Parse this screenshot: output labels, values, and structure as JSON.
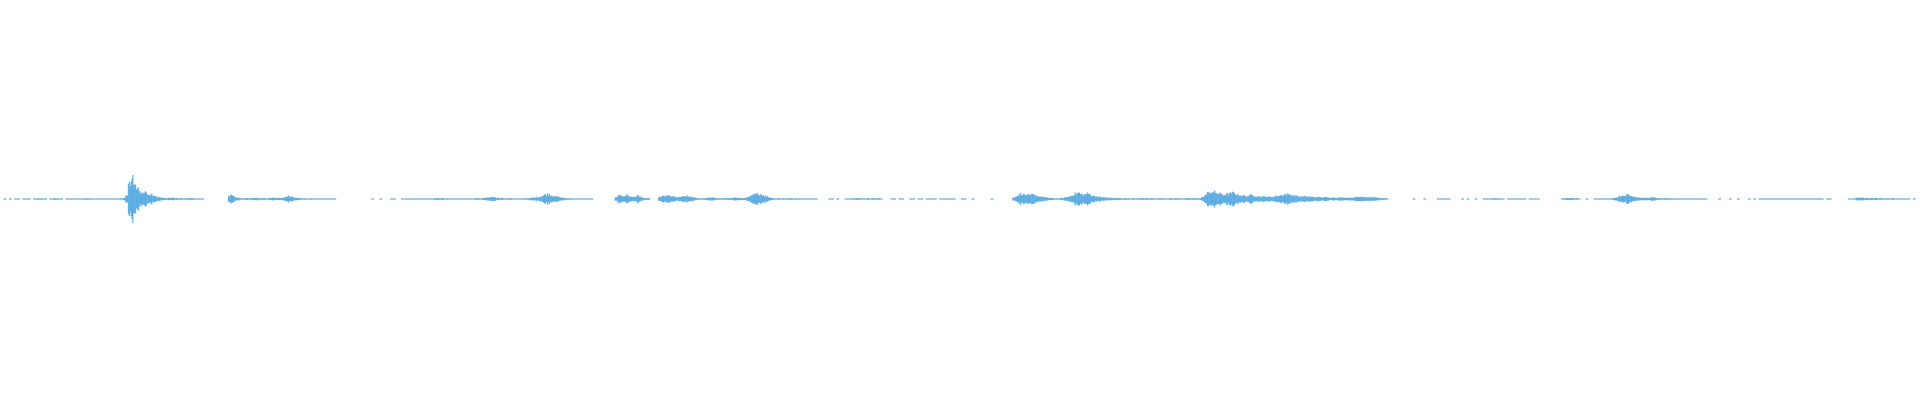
{
  "waveform": {
    "color": "#5DADE2",
    "background": "#ffffff",
    "amplitude_profile": [
      0.02,
      0.0,
      0.02,
      0.0,
      0.02,
      0.02,
      0.0,
      0.02,
      0.02,
      0.02,
      0.0,
      0.02,
      0.03,
      0.02,
      0.03,
      0.02,
      0.0,
      0.02,
      0.03,
      0.03,
      0.02,
      0.02,
      0.0,
      0.02,
      0.02,
      0.02,
      0.02,
      0.02,
      0.02,
      0.02,
      0.03,
      0.03,
      0.02,
      0.02,
      0.02,
      0.02,
      0.02,
      0.02,
      0.02,
      0.02,
      0.02,
      0.02,
      0.02,
      0.03,
      0.05,
      0.12,
      0.6,
      1.0,
      0.55,
      0.4,
      0.3,
      0.25,
      0.3,
      0.2,
      0.18,
      0.12,
      0.1,
      0.08,
      0.06,
      0.05,
      0.04,
      0.04,
      0.05,
      0.04,
      0.03,
      0.03,
      0.02,
      0.03,
      0.03,
      0.04,
      0.03,
      0.02,
      0.02,
      0.02,
      0.0,
      0.0,
      0.0,
      0.0,
      0.0,
      0.0,
      0.0,
      0.0,
      0.0,
      0.12,
      0.15,
      0.1,
      0.05,
      0.04,
      0.03,
      0.03,
      0.03,
      0.03,
      0.04,
      0.05,
      0.04,
      0.03,
      0.03,
      0.03,
      0.04,
      0.05,
      0.04,
      0.04,
      0.05,
      0.06,
      0.1,
      0.12,
      0.1,
      0.06,
      0.05,
      0.04,
      0.03,
      0.03,
      0.02,
      0.03,
      0.02,
      0.02,
      0.02,
      0.02,
      0.02,
      0.02,
      0.02,
      0.02,
      0.02,
      0.0,
      0.0,
      0.0,
      0.0,
      0.0,
      0.0,
      0.0,
      0.0,
      0.0,
      0.0,
      0.0,
      0.0,
      0.0,
      0.02,
      0.0,
      0.0,
      0.02,
      0.0,
      0.0,
      0.0,
      0.02,
      0.02,
      0.0,
      0.0,
      0.02,
      0.02,
      0.02,
      0.02,
      0.02,
      0.02,
      0.02,
      0.02,
      0.02,
      0.03,
      0.02,
      0.02,
      0.03,
      0.04,
      0.04,
      0.03,
      0.02,
      0.03,
      0.02,
      0.02,
      0.02,
      0.02,
      0.02,
      0.02,
      0.02,
      0.02,
      0.02,
      0.03,
      0.03,
      0.03,
      0.04,
      0.05,
      0.06,
      0.08,
      0.06,
      0.05,
      0.04,
      0.04,
      0.03,
      0.03,
      0.03,
      0.02,
      0.02,
      0.02,
      0.02,
      0.03,
      0.03,
      0.04,
      0.05,
      0.06,
      0.08,
      0.1,
      0.14,
      0.18,
      0.2,
      0.16,
      0.13,
      0.1,
      0.08,
      0.06,
      0.04,
      0.03,
      0.03,
      0.02,
      0.02,
      0.02,
      0.02,
      0.02,
      0.02,
      0.02,
      0.02,
      0.0,
      0.0,
      0.0,
      0.0,
      0.0,
      0.0,
      0.0,
      0.0,
      0.06,
      0.15,
      0.12,
      0.14,
      0.16,
      0.12,
      0.08,
      0.1,
      0.14,
      0.1,
      0.05,
      0.04,
      0.03,
      0.0,
      0.0,
      0.0,
      0.08,
      0.1,
      0.12,
      0.14,
      0.12,
      0.1,
      0.08,
      0.07,
      0.09,
      0.1,
      0.12,
      0.1,
      0.08,
      0.05,
      0.04,
      0.03,
      0.03,
      0.04,
      0.05,
      0.06,
      0.05,
      0.04,
      0.03,
      0.03,
      0.03,
      0.03,
      0.04,
      0.05,
      0.06,
      0.05,
      0.04,
      0.04,
      0.05,
      0.08,
      0.12,
      0.18,
      0.2,
      0.22,
      0.18,
      0.14,
      0.1,
      0.06,
      0.04,
      0.03,
      0.03,
      0.02,
      0.03,
      0.03,
      0.03,
      0.03,
      0.02,
      0.03,
      0.02,
      0.02,
      0.02,
      0.02,
      0.02,
      0.02,
      0.02,
      0.0,
      0.0,
      0.0,
      0.0,
      0.02,
      0.02,
      0.0,
      0.02,
      0.0,
      0.0,
      0.02,
      0.03,
      0.03,
      0.04,
      0.04,
      0.03,
      0.03,
      0.03,
      0.03,
      0.03,
      0.03,
      0.03,
      0.03,
      0.02,
      0.0,
      0.0,
      0.0,
      0.02,
      0.02,
      0.0,
      0.02,
      0.02,
      0.0,
      0.0,
      0.02,
      0.02,
      0.0,
      0.02,
      0.02,
      0.0,
      0.02,
      0.02,
      0.02,
      0.02,
      0.0,
      0.02,
      0.02,
      0.02,
      0.02,
      0.02,
      0.02,
      0.0,
      0.0,
      0.02,
      0.02,
      0.0,
      0.0,
      0.02,
      0.0,
      0.0,
      0.0,
      0.0,
      0.0,
      0.0,
      0.02,
      0.0,
      0.0,
      0.0,
      0.0,
      0.0,
      0.0,
      0.0,
      0.06,
      0.12,
      0.18,
      0.22,
      0.18,
      0.16,
      0.15,
      0.18,
      0.16,
      0.12,
      0.1,
      0.08,
      0.06,
      0.05,
      0.04,
      0.03,
      0.03,
      0.03,
      0.04,
      0.06,
      0.08,
      0.12,
      0.18,
      0.22,
      0.25,
      0.2,
      0.18,
      0.22,
      0.2,
      0.15,
      0.12,
      0.1,
      0.08,
      0.07,
      0.06,
      0.05,
      0.05,
      0.04,
      0.04,
      0.04,
      0.03,
      0.03,
      0.03,
      0.03,
      0.03,
      0.03,
      0.03,
      0.03,
      0.03,
      0.03,
      0.03,
      0.03,
      0.03,
      0.03,
      0.03,
      0.03,
      0.03,
      0.03,
      0.03,
      0.03,
      0.03,
      0.03,
      0.03,
      0.03,
      0.03,
      0.03,
      0.03,
      0.03,
      0.03,
      0.04,
      0.08,
      0.18,
      0.25,
      0.3,
      0.28,
      0.25,
      0.22,
      0.2,
      0.18,
      0.2,
      0.22,
      0.25,
      0.22,
      0.18,
      0.16,
      0.14,
      0.12,
      0.14,
      0.16,
      0.14,
      0.12,
      0.1,
      0.1,
      0.1,
      0.1,
      0.08,
      0.1,
      0.12,
      0.14,
      0.16,
      0.18,
      0.2,
      0.18,
      0.16,
      0.14,
      0.12,
      0.1,
      0.1,
      0.1,
      0.1,
      0.09,
      0.08,
      0.08,
      0.08,
      0.07,
      0.07,
      0.07,
      0.06,
      0.06,
      0.06,
      0.06,
      0.06,
      0.06,
      0.06,
      0.06,
      0.06,
      0.07,
      0.08,
      0.09,
      0.1,
      0.09,
      0.08,
      0.08,
      0.07,
      0.06,
      0.05,
      0.04,
      0.03,
      0.02,
      0.0,
      0.0,
      0.0,
      0.0,
      0.0,
      0.0,
      0.0,
      0.0,
      0.0,
      0.02,
      0.0,
      0.0,
      0.0,
      0.02,
      0.0,
      0.0,
      0.0,
      0.0,
      0.02,
      0.02,
      0.02,
      0.02,
      0.02,
      0.0,
      0.0,
      0.0,
      0.0,
      0.02,
      0.0,
      0.02,
      0.0,
      0.0,
      0.02,
      0.0,
      0.0,
      0.02,
      0.02,
      0.02,
      0.03,
      0.03,
      0.03,
      0.02,
      0.02,
      0.0,
      0.02,
      0.02,
      0.03,
      0.02,
      0.02,
      0.02,
      0.02,
      0.0,
      0.02,
      0.02,
      0.02,
      0.02,
      0.0,
      0.0,
      0.0,
      0.0,
      0.0,
      0.0,
      0.0,
      0.0,
      0.03,
      0.03,
      0.04,
      0.04,
      0.03,
      0.03,
      0.02,
      0.0,
      0.0,
      0.02,
      0.0,
      0.0,
      0.02,
      0.02,
      0.02,
      0.02,
      0.02,
      0.03,
      0.03,
      0.04,
      0.06,
      0.1,
      0.14,
      0.12,
      0.16,
      0.12,
      0.1,
      0.08,
      0.06,
      0.05,
      0.04,
      0.05,
      0.06,
      0.08,
      0.06,
      0.04,
      0.03,
      0.03,
      0.03,
      0.03,
      0.03,
      0.03,
      0.03,
      0.02,
      0.02,
      0.02,
      0.02,
      0.02,
      0.02,
      0.02,
      0.02,
      0.02,
      0.02,
      0.02,
      0.0,
      0.0,
      0.0,
      0.0,
      0.02,
      0.0,
      0.0,
      0.0,
      0.02,
      0.0,
      0.0,
      0.02,
      0.0,
      0.0,
      0.0,
      0.02,
      0.0,
      0.02,
      0.0,
      0.02,
      0.02,
      0.02,
      0.02,
      0.02,
      0.02,
      0.02,
      0.02,
      0.02,
      0.02,
      0.02,
      0.02,
      0.02,
      0.02,
      0.02,
      0.02,
      0.02,
      0.02,
      0.02,
      0.02,
      0.02,
      0.02,
      0.02,
      0.02,
      0.0,
      0.02,
      0.02,
      0.0,
      0.0,
      0.0,
      0.0,
      0.0,
      0.0,
      0.02,
      0.02,
      0.03,
      0.05,
      0.06,
      0.05,
      0.04,
      0.04,
      0.04,
      0.04,
      0.04,
      0.03,
      0.03,
      0.03,
      0.03,
      0.03,
      0.03,
      0.02,
      0.02,
      0.02,
      0.02,
      0.02,
      0.02,
      0.0,
      0.02,
      0.0
    ]
  }
}
